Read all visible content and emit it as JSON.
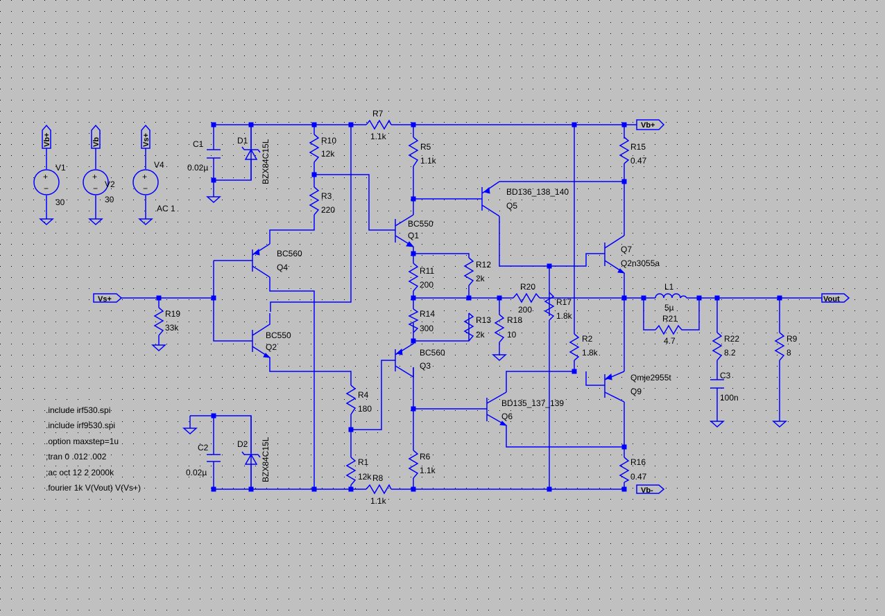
{
  "colors": {
    "background": "#c0c0c0",
    "wire": "#0000ff",
    "grid_dot": "#000000",
    "text": "#000000"
  },
  "labels": {
    "vbplus_v1": "Vb+",
    "vb_v2": "Vb",
    "vsplus_v4": "Vs+",
    "vbplus_main": "Vb+",
    "vs_in": "Vs+",
    "vout": "Vout",
    "vbminus": "Vb-"
  },
  "sources": {
    "V1": {
      "name": "V1",
      "value": "30"
    },
    "V2": {
      "name": "V2",
      "value": "30"
    },
    "V4": {
      "name": "V4",
      "value": "AC 1"
    }
  },
  "resistors": {
    "R1": {
      "name": "R1",
      "value": "12k"
    },
    "R2": {
      "name": "R2",
      "value": "1.8k"
    },
    "R3": {
      "name": "R3",
      "value": "220"
    },
    "R4": {
      "name": "R4",
      "value": "180"
    },
    "R5": {
      "name": "R5",
      "value": "1.1k"
    },
    "R6": {
      "name": "R6",
      "value": "1.1k"
    },
    "R7": {
      "name": "R7",
      "value": "1.1k"
    },
    "R8": {
      "name": "R8",
      "value": "1.1k"
    },
    "R9": {
      "name": "R9",
      "value": "8"
    },
    "R10": {
      "name": "R10",
      "value": "12k"
    },
    "R11": {
      "name": "R11",
      "value": "200"
    },
    "R12": {
      "name": "R12",
      "value": "2k"
    },
    "R13": {
      "name": "R13",
      "value": "2k"
    },
    "R14": {
      "name": "R14",
      "value": "300"
    },
    "R15": {
      "name": "R15",
      "value": "0.47"
    },
    "R16": {
      "name": "R16",
      "value": "0.47"
    },
    "R17": {
      "name": "R17",
      "value": "1.8k"
    },
    "R18": {
      "name": "R18",
      "value": "10"
    },
    "R19": {
      "name": "R19",
      "value": "33k"
    },
    "R20": {
      "name": "R20",
      "value": "200"
    },
    "R21": {
      "name": "R21",
      "value": "4.7"
    },
    "R22": {
      "name": "R22",
      "value": "8.2"
    }
  },
  "capacitors": {
    "C1": {
      "name": "C1",
      "value": "0.02µ"
    },
    "C2": {
      "name": "C2",
      "value": "0.02µ"
    },
    "C3": {
      "name": "C3",
      "value": "100n"
    }
  },
  "diodes": {
    "D1": {
      "name": "D1",
      "model": "BZX84C15L"
    },
    "D2": {
      "name": "D2",
      "model": "BZX84C15L"
    }
  },
  "inductors": {
    "L1": {
      "name": "L1",
      "value": "5µ"
    }
  },
  "transistors": {
    "Q1": {
      "name": "Q1",
      "model": "BC550"
    },
    "Q2": {
      "name": "Q2",
      "model": "BC550"
    },
    "Q3": {
      "name": "Q3",
      "model": "BC560"
    },
    "Q4": {
      "name": "Q4",
      "model": "BC560"
    },
    "Q5": {
      "name": "Q5",
      "model": "BD136_138_140"
    },
    "Q6": {
      "name": "Q6",
      "model": "BD135_137_139"
    },
    "Q7": {
      "name": "Q7",
      "model": "Q2n3055a"
    },
    "Q9": {
      "name": "Q9",
      "model": "Qmje2955t"
    }
  },
  "directives": [
    ".include irf530.spi",
    ".include irf9530.spi",
    ".option maxstep=1u",
    ";tran 0 .012 .002",
    ";ac oct 12 2 2000k",
    ".fourier 1k V(Vout) V(Vs+)"
  ]
}
